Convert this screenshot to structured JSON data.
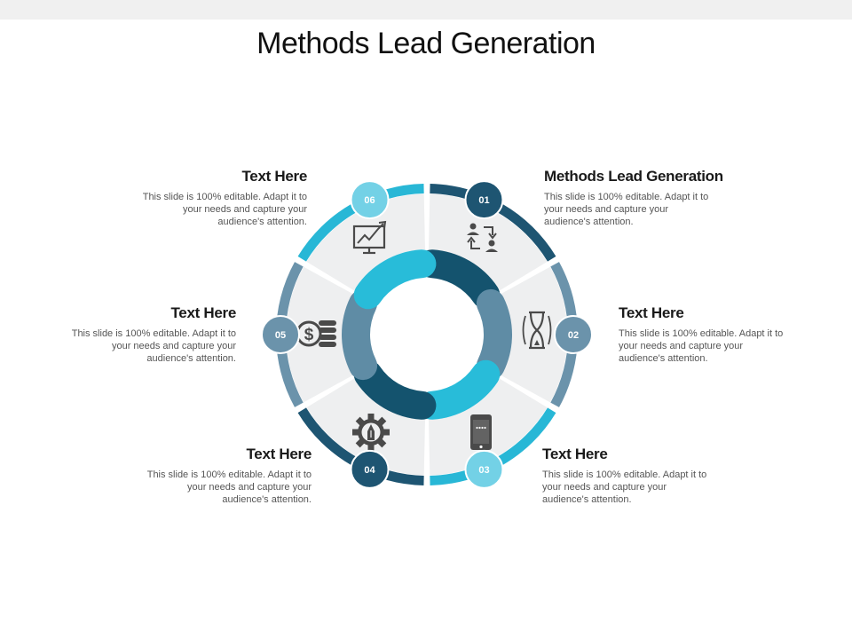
{
  "title": "Methods Lead Generation",
  "colors": {
    "navy": "#1e5572",
    "cyan": "#28b7d6",
    "steel": "#6b93ab",
    "inner_navy": "#14536e",
    "inner_steel": "#5f8ca5",
    "inner_cyan": "#28bcd9",
    "light_cyan": "#73d1e6",
    "segment_bg": "#eeeff0",
    "icon": "#4a4a4a"
  },
  "steps": [
    {
      "number": "01",
      "heading": "Methods Lead Generation",
      "body": "This slide is 100% editable. Adapt it to your needs and capture your audience's attention.",
      "icon": "people-exchange-icon"
    },
    {
      "number": "02",
      "heading": "Text Here",
      "body": "This slide is 100% editable. Adapt it to your needs and capture your audience's attention.",
      "icon": "hourglass-icon"
    },
    {
      "number": "03",
      "heading": "Text Here",
      "body": "This slide is 100% editable. Adapt it to your needs and capture your audience's attention.",
      "icon": "smartphone-icon"
    },
    {
      "number": "04",
      "heading": "Text Here",
      "body": "This slide is 100% editable. Adapt it to your needs and capture your audience's attention.",
      "icon": "gear-pen-icon"
    },
    {
      "number": "05",
      "heading": "Text Here",
      "body": "This slide is 100% editable. Adapt it to your needs and capture your audience's attention.",
      "icon": "dollar-coins-icon"
    },
    {
      "number": "06",
      "heading": "Text Here",
      "body": "This slide is 100% editable. Adapt it to your needs and capture your audience's attention.",
      "icon": "chart-monitor-icon"
    }
  ]
}
